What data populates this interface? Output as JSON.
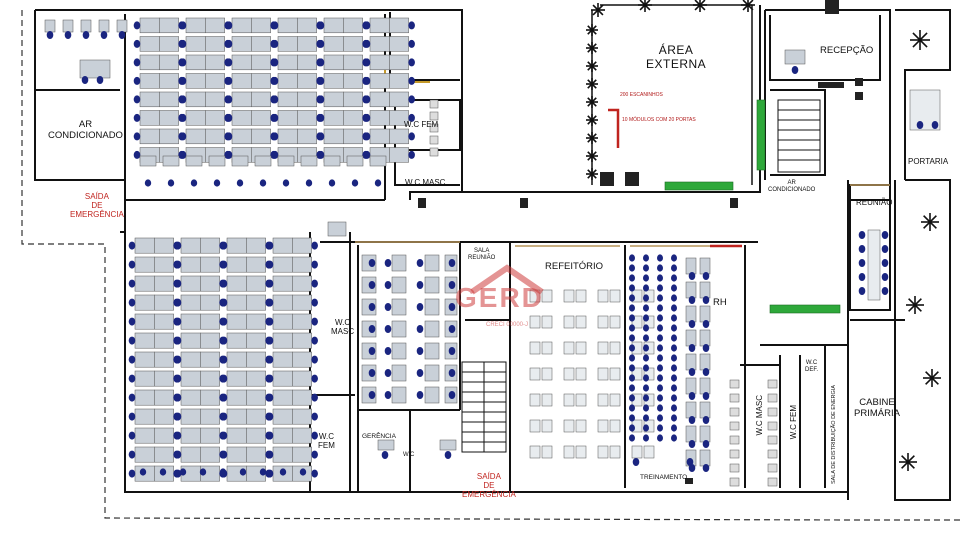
{
  "labels": {
    "ar_condicionado": "AR\nCONDICIONADO",
    "saida_emergencia_left": "SAÍDA\nDE\nEMERGÊNCIA",
    "saida_emergencia_bottom": "SAÍDA\nDE\nEMERGÊNCIA",
    "area_externa": "ÁREA\nEXTERNA",
    "escaninhos_1": "200 ESCANINHOS",
    "escaninhos_2": "10 MÓDULOS COM 20 PORTAS",
    "recepcao": "RECEPÇÃO",
    "portaria": "PORTARIA",
    "ar_condicionado_small": "AR\nCONDICIONADO",
    "wc_fem_top": "W.C FEM",
    "wc_masc_top": "W.C MASC",
    "reuniao": "REUNIÃO",
    "sala_reuniao": "SALA\nREUNIÃO",
    "refeitorio": "REFEITÓRIO",
    "rh": "RH",
    "wc_masc_mid": "W.C\nMASC",
    "wc_fem_mid": "W.C\nFEM",
    "gerencia": "GERÊNCIA",
    "wc_small": "W.C",
    "treinamento": "TREINAMENTO",
    "wc_masc_right": "W.C MASC",
    "wc_fem_right": "W.C FEM",
    "wc_def": "W.C\nDEF.",
    "sala_distribuicao": "SALA DE DISTRIBUIÇÃO DE ENERGIA",
    "cabine_primaria": "CABINE\nPRIMÁRIA"
  },
  "watermark": {
    "name": "GERD",
    "sub": "CRECI 00000-J"
  },
  "colors": {
    "wall": "#111111",
    "chair": "#1a2580",
    "desk": "#c9d0d8",
    "green": "#2ea83a",
    "red": "#c0241f",
    "tan": "#b8955a",
    "gold": "#c59a2a"
  }
}
